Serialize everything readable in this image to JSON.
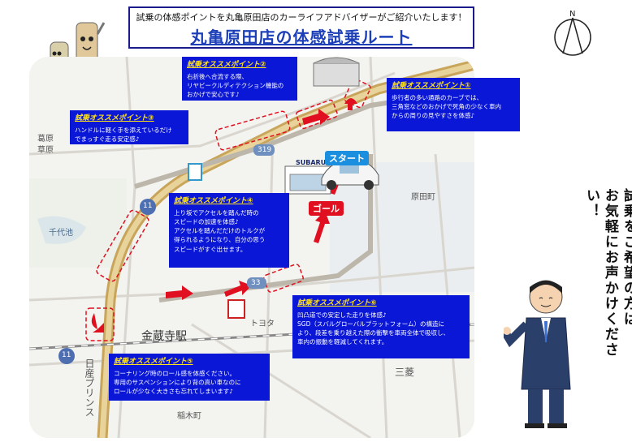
{
  "header": {
    "subtitle": "試乗の体感ポイントを丸亀原田店のカーライフアドバイザーがご紹介いたします！",
    "title": "丸亀原田店の体感試乗ルート"
  },
  "compass": {
    "north_label": "N"
  },
  "map_labels": {
    "kusahara1": "草原",
    "kusahara2": "葛原",
    "senbadai": "千代池",
    "haradacho": "原田町",
    "station": "金蔵寺駅",
    "toyota": "トヨタ",
    "nissan": "日産プリンス",
    "sanryo": "三菱",
    "inagicho": "稲木町",
    "route319": "319",
    "route33": "33",
    "route11a": "11",
    "route11b": "11",
    "subaru": "SUBARU"
  },
  "badges": {
    "start": "スタート",
    "goal": "ゴール"
  },
  "callouts": [
    {
      "title": "試乗オススメポイント②",
      "body": "右折後へ合流する際、\nリヤビークルディテクション機能の\nおかげで安心です♪"
    },
    {
      "title": "試乗オススメポイント①",
      "body": "歩行者の多い通路のカーブでは、\n三角窓などのおかげで死角の少なく車内\nからの周りの見やすさを体感♪"
    },
    {
      "title": "試乗オススメポイント③",
      "body": "ハンドルに軽く手を添えているだけ\nでまっすぐ走る安定感♪"
    },
    {
      "title": "試乗オススメポイント④",
      "body": "上り坂でアクセルを踏んだ時の\nスピードの加速を体感♪\nアクセルを踏んだだけのトルクが\n得られるようになり、自分の思う\nスピードがすぐ出せます。"
    },
    {
      "title": "試乗オススメポイント⑥",
      "body": "凹凸道での安定した走りを体感♪\nSGD（スバルグローバルプラットフォーム）の構造に\nより、段差を乗り越えた際の衝撃を車両全体で吸収し、\n車内の振動を軽減してくれます。"
    },
    {
      "title": "試乗オススメポイント⑤",
      "body": "コーナリング時のロール感を体感ください。\n専用のサスペンションにより背の高い車なのに\nロールが少なく大きさも忘れてしまいます♪"
    }
  ],
  "side_message": "試乗をご希望の方は\nお気軽にお声かけください！",
  "colors": {
    "callout_bg": "#0a17d6",
    "callout_title": "#ffe21a",
    "route_arrow": "#e01020",
    "highway": "#c8a55a",
    "title_blue": "#1d3fb8"
  }
}
